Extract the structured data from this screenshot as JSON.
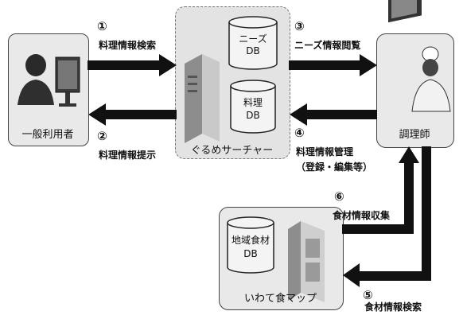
{
  "nodes": {
    "user": {
      "label": "一般利用者"
    },
    "server": {
      "label": "ぐるめサーチャー"
    },
    "needs_db": {
      "label_line1": "ニーズ",
      "label_line2": "DB"
    },
    "recipe_db": {
      "label_line1": "料理",
      "label_line2": "DB"
    },
    "chef": {
      "label": "調理師"
    },
    "map": {
      "label": "いわて食マップ"
    },
    "regional_db": {
      "label_line1": "地域食材",
      "label_line2": "DB"
    }
  },
  "steps": [
    {
      "number": "①",
      "text": "料理情報検索"
    },
    {
      "number": "②",
      "text": "料理情報提示"
    },
    {
      "number": "③",
      "text": "ニーズ情報閲覧"
    },
    {
      "number": "④",
      "text": "料理情報管理",
      "sub": "（登録・編集等）"
    },
    {
      "number": "⑤",
      "text": "食材情報検索"
    },
    {
      "number": "⑥",
      "text": "食材情報収集"
    }
  ],
  "colors": {
    "arrow": "#111111",
    "box": "#e9e9e9",
    "server": "#bcbcbc"
  }
}
